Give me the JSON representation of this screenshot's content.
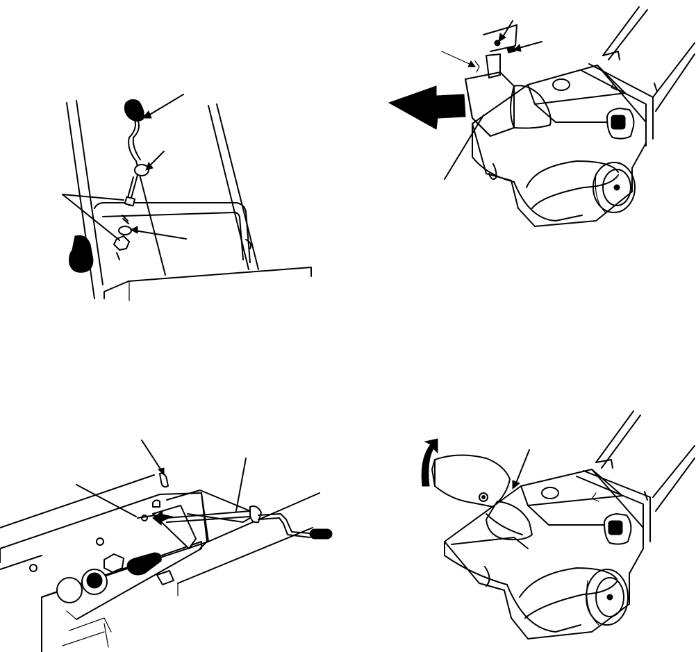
{
  "document": {
    "type": "assembly-illustration",
    "panels": [
      {
        "id": "chute-crank-lower-assembly",
        "position": "top-left",
        "callout_count": 5
      },
      {
        "id": "chute-deflector-attachment",
        "position": "top-right",
        "callout_count": 4
      },
      {
        "id": "chute-crank-eyebolt-attachment",
        "position": "bottom-left",
        "callout_count": 2
      },
      {
        "id": "chute-rotation",
        "position": "bottom-right",
        "callout_count": 1
      }
    ],
    "colors": {
      "ink": "#000000",
      "paper": "#ffffff"
    }
  }
}
